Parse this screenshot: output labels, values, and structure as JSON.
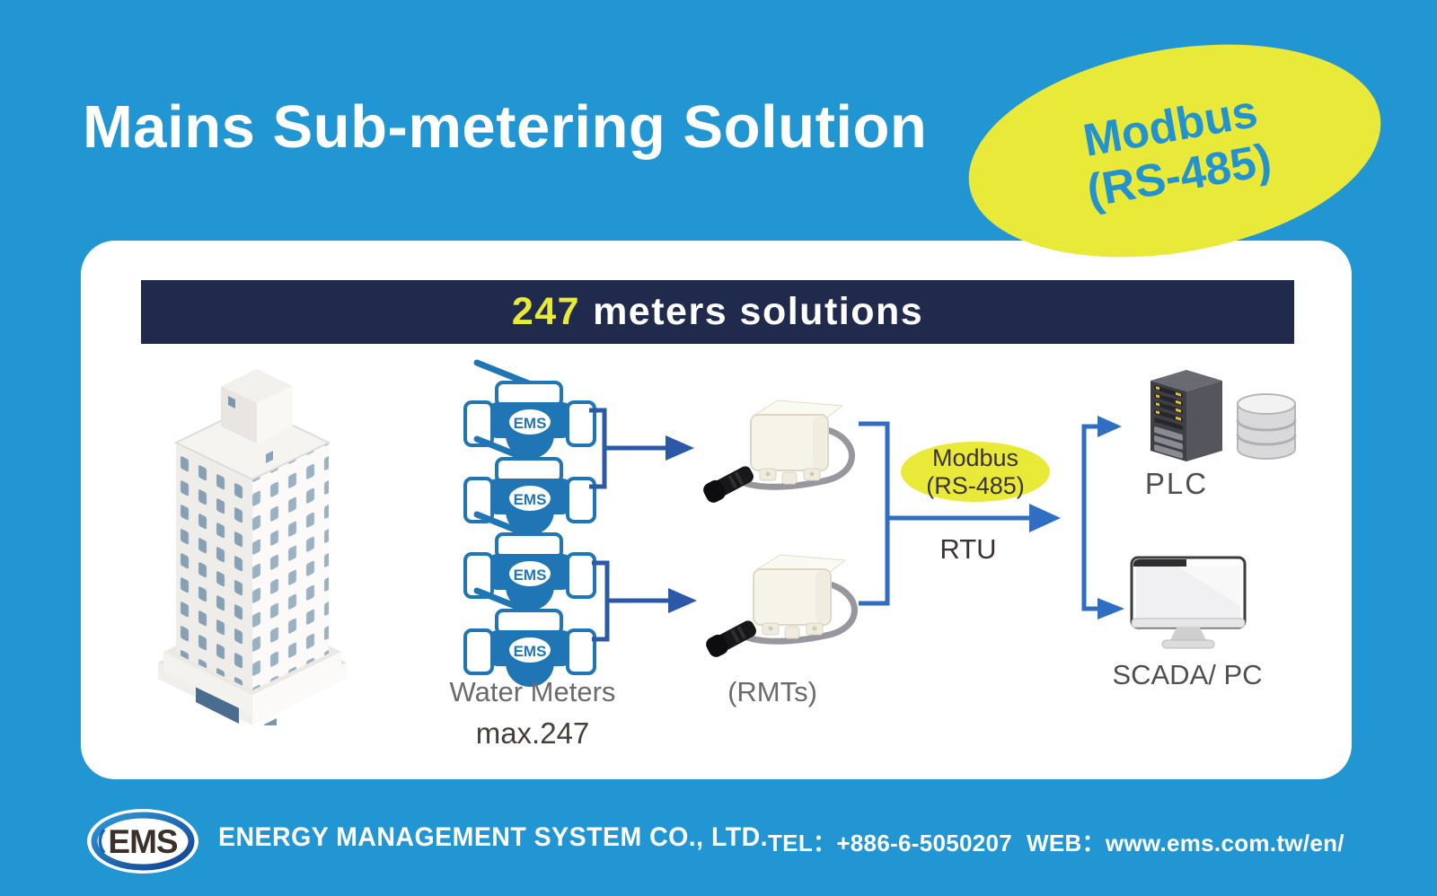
{
  "colors": {
    "bg": "#2196d3",
    "navy": "#1f2a4c",
    "yellow": "#e9e93a",
    "badge_text": "#2293cf",
    "meter": "#2076b5",
    "conn_dark": "#2b58a7",
    "conn_mid": "#2f6ec2",
    "text_dark": "#3a3335",
    "text_gray": "#6b6b6b",
    "label_gray": "#4f4f52"
  },
  "header": {
    "title": "Mains Sub-metering Solution",
    "badge_line1": "Modbus",
    "badge_line2": "(RS-485)"
  },
  "banner": {
    "highlight": "247",
    "rest": "meters solutions"
  },
  "diagram": {
    "meter_brand": "EMS",
    "water_meters_label": "Water Meters",
    "max_label": "max.247",
    "rmts_label": "(RMTs)",
    "bus_line1": "Modbus",
    "bus_line2": "(RS-485)",
    "bus_mode": "RTU",
    "plc_label": "PLC",
    "scada_label": "SCADA/ PC"
  },
  "footer": {
    "logo_text": "EMS",
    "company": "ENERGY MANAGEMENT SYSTEM CO., LTD.",
    "tel_label": "TEL：",
    "tel_value": "+886-6-5050207",
    "web_label": "WEB：",
    "web_value": "www.ems.com.tw/en/"
  }
}
